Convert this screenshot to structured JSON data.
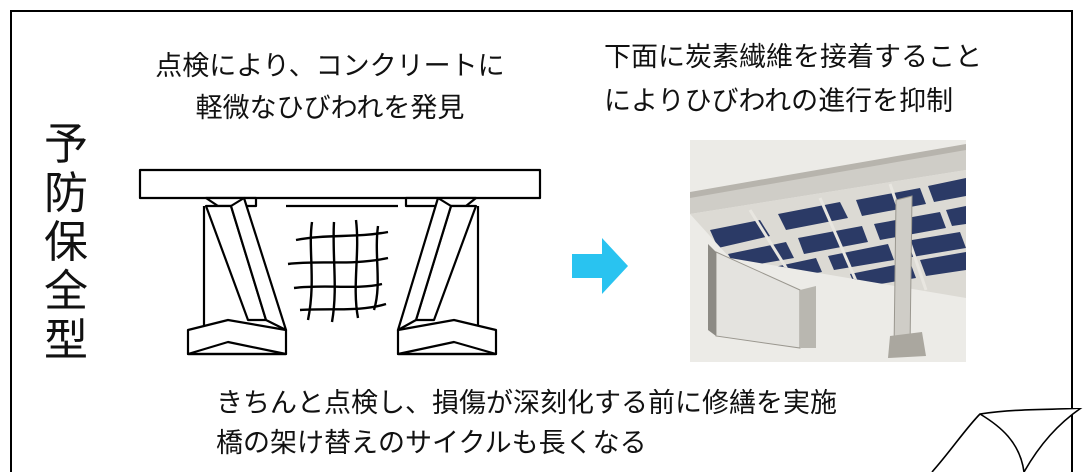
{
  "side_label": [
    "予",
    "防",
    "保",
    "全",
    "型"
  ],
  "left_caption": [
    "点検により、コンクリートに",
    "軽微なひびわれを発見"
  ],
  "right_caption": [
    "下面に炭素繊維を接着すること",
    "によりひびわれの進行を抑制"
  ],
  "bottom_caption": [
    "きちんと点検し、損傷が深刻化する前に修繕を実施",
    "橋の架け替えのサイクルも長くなる"
  ],
  "colors": {
    "arrow": "#29c3f0",
    "fiber": "#2b3a66",
    "concrete": "#d8d6d0",
    "line": "#000000"
  }
}
